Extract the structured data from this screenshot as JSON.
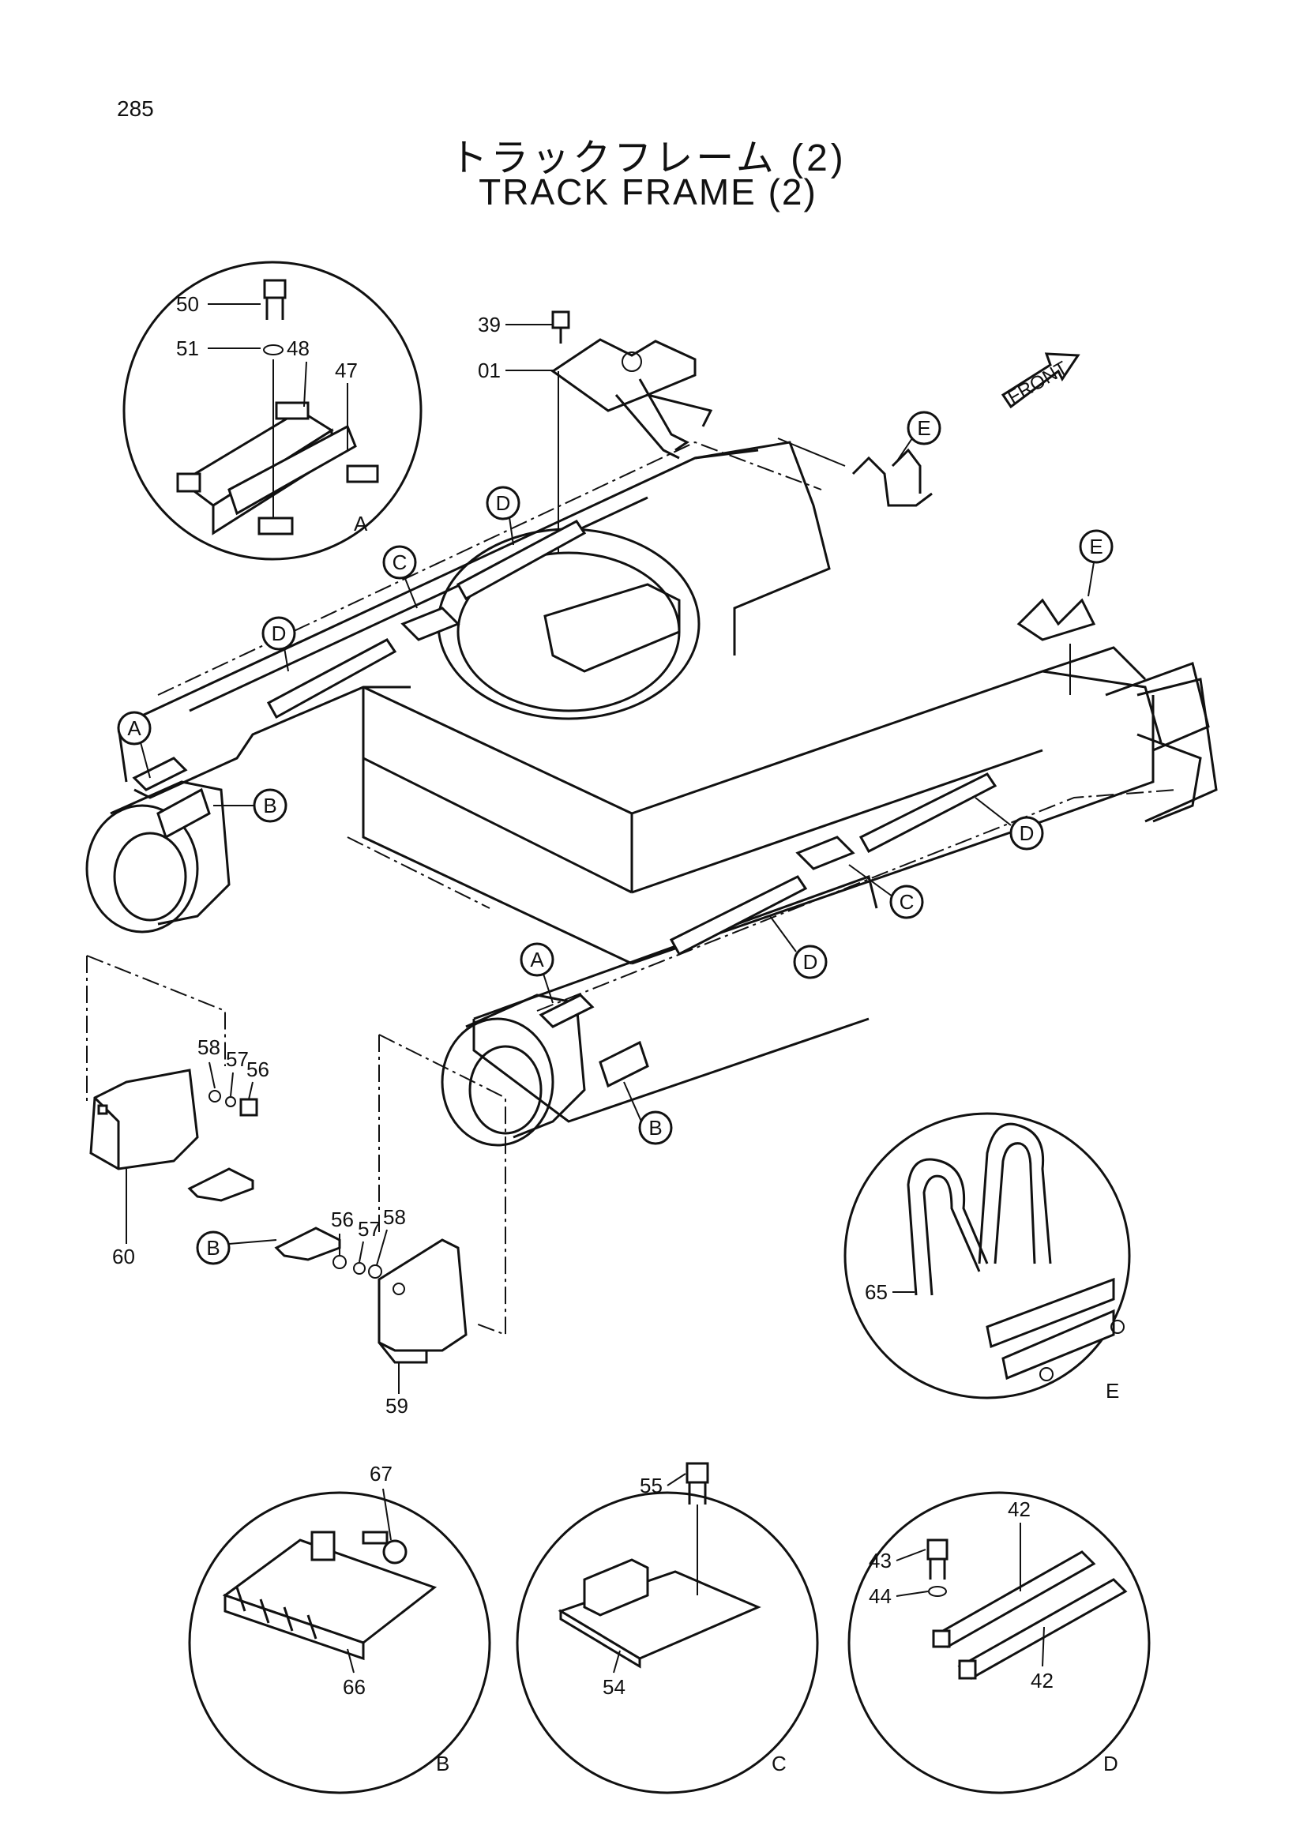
{
  "page_number": "285",
  "title_jp": "トラックフレーム (2)",
  "title_en": "TRACK FRAME (2)",
  "front_label": "FRONT",
  "callouts": [
    "A",
    "A",
    "A",
    "B",
    "B",
    "B",
    "B",
    "C",
    "C",
    "C",
    "D",
    "D",
    "D",
    "D",
    "D",
    "E",
    "E",
    "E"
  ],
  "part_numbers": [
    "50",
    "51",
    "48",
    "47",
    "39",
    "01",
    "58",
    "57",
    "56",
    "60",
    "56",
    "57",
    "58",
    "59",
    "65",
    "67",
    "66",
    "55",
    "54",
    "43",
    "44",
    "42",
    "42"
  ]
}
